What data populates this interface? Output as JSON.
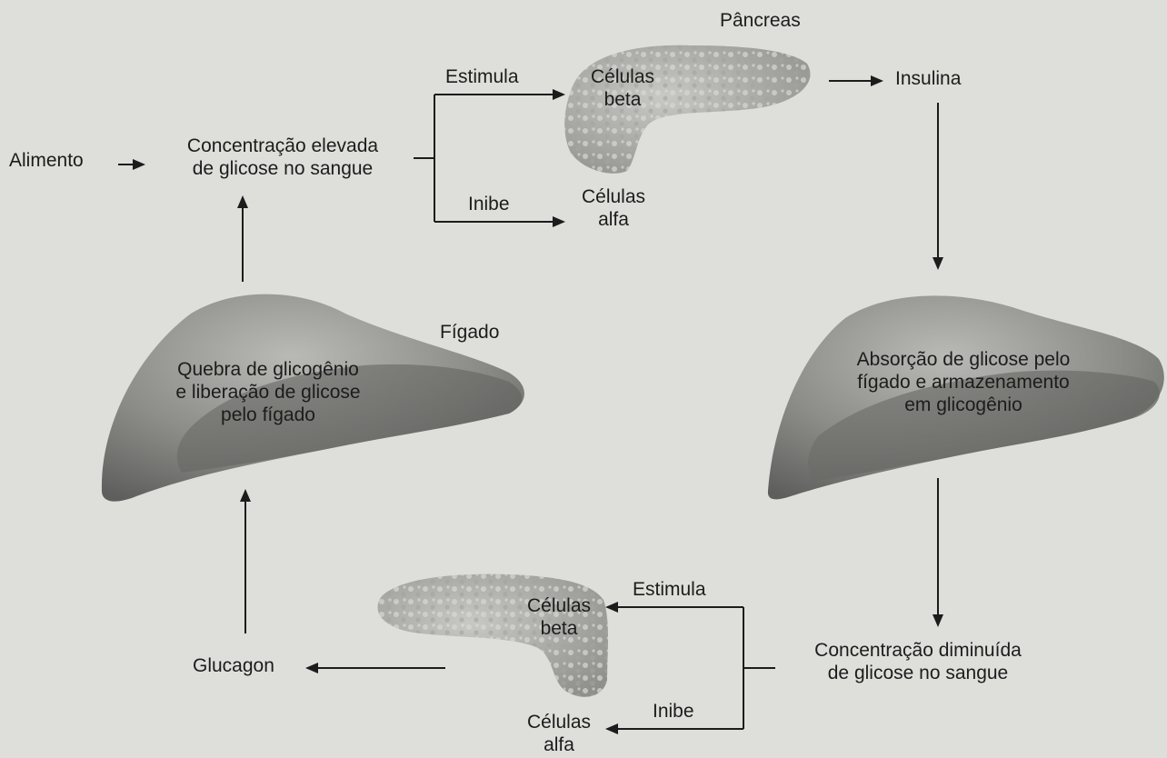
{
  "top": {
    "pancreas_title": "Pâncreas",
    "alimento": "Alimento",
    "high_glucose": [
      "Concentração elevada",
      "de glicose no sangue"
    ],
    "stimulates": "Estimula",
    "inhibits": "Inibe",
    "beta_cells": [
      "Células",
      "beta"
    ],
    "alpha_cells": [
      "Células",
      "alfa"
    ],
    "insulin": "Insulina"
  },
  "left_liver": {
    "title": "Fígado",
    "text": [
      "Quebra de glicogênio",
      "e liberação de glicose",
      "pelo fígado"
    ]
  },
  "right_liver": {
    "text": [
      "Absorção de glicose pelo",
      "fígado e armazenamento",
      "em glicogênio"
    ]
  },
  "bottom": {
    "glucagon": "Glucagon",
    "stimulates": "Estimula",
    "inhibits": "Inibe",
    "beta_cells": [
      "Células",
      "beta"
    ],
    "alpha_cells": [
      "Células",
      "alfa"
    ],
    "low_glucose": [
      "Concentração diminuída",
      "de glicose no sangue"
    ]
  }
}
